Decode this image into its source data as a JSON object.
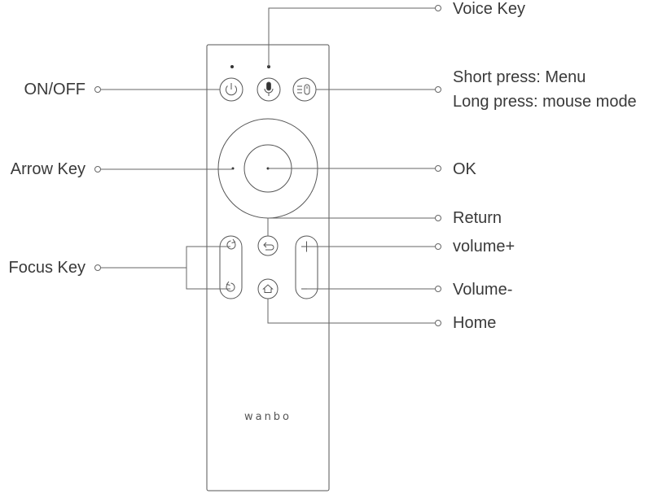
{
  "callouts": {
    "voice_key": "Voice Key",
    "menu_short": "Short press: Menu",
    "menu_long": "Long press: mouse mode",
    "on_off": "ON/OFF",
    "arrow_key": "Arrow Key",
    "ok": "OK",
    "return": "Return",
    "volume_up": "volume+",
    "focus_key": "Focus Key",
    "volume_down": "Volume-",
    "home": "Home"
  },
  "remote": {
    "brand": "wanbo"
  }
}
